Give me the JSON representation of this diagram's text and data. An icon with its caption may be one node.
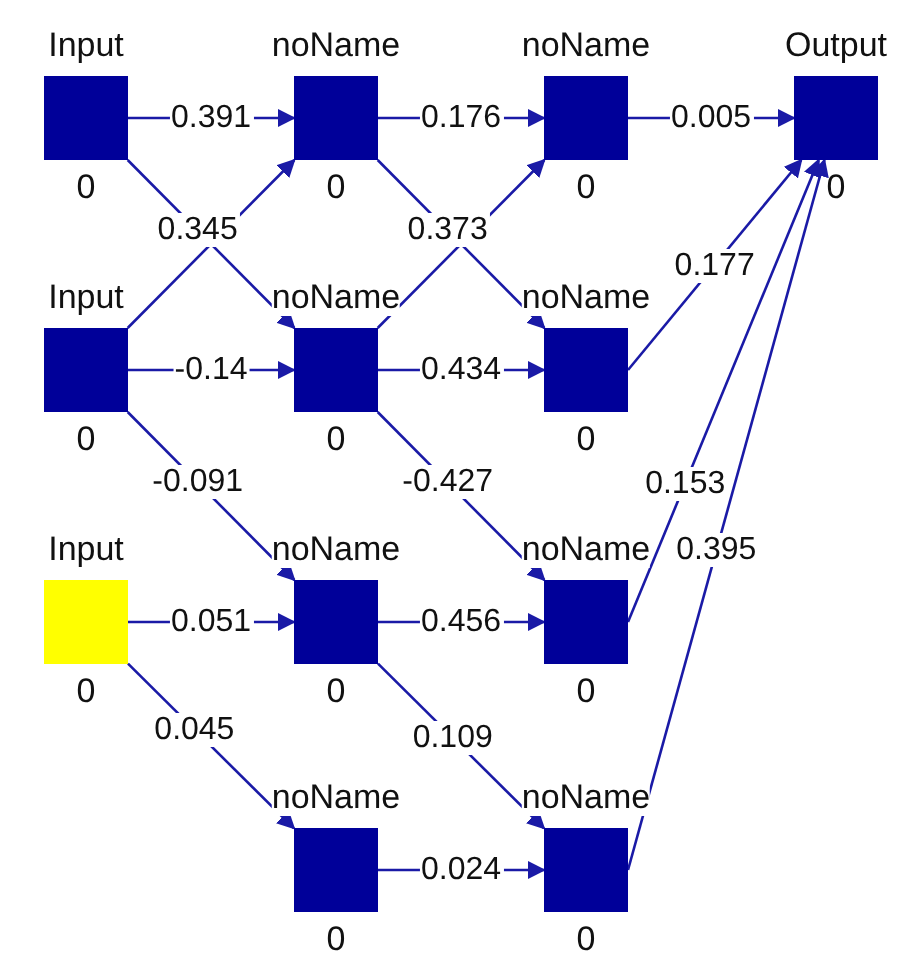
{
  "diagram": {
    "nodes": [
      {
        "text": [
          "Input"
        ],
        "beside": [
          "0"
        ]
      },
      {
        "text": [
          "noName"
        ],
        "beside": [
          "0"
        ]
      },
      {
        "text": [
          "noName"
        ],
        "beside": [
          "0"
        ]
      },
      {
        "text": [
          "Output"
        ],
        "beside": [
          "0"
        ]
      },
      {
        "text": [
          "Input"
        ],
        "beside": [
          "0"
        ]
      },
      {
        "text": [
          "noName"
        ],
        "beside": [
          "0"
        ]
      },
      {
        "text": [
          "noName"
        ],
        "beside": [
          "0"
        ]
      },
      {
        "text": [
          "Input"
        ],
        "beside": [
          "0"
        ]
      },
      {
        "text": [
          "noName"
        ],
        "beside": [
          "0"
        ]
      },
      {
        "text": [
          "noName"
        ],
        "beside": [
          "0"
        ]
      },
      {
        "text": [
          "noName"
        ],
        "beside": [
          "0"
        ]
      },
      {
        "text": [
          "noName"
        ],
        "beside": [
          "0"
        ]
      }
    ],
    "edges": [
      {
        "from": 0,
        "to": 1,
        "arrow": "to",
        "label": "0.391"
      },
      {
        "from": 0,
        "to": 5,
        "arrow": "to",
        "label": "0.345"
      },
      {
        "from": 4,
        "to": 5,
        "arrow": "to",
        "label": "-0.14"
      },
      {
        "from": 4,
        "to": 8,
        "arrow": "to",
        "label": "-0.091"
      },
      {
        "from": 7,
        "to": 8,
        "arrow": "to",
        "label": "0.051"
      },
      {
        "from": 7,
        "to": 10,
        "arrow": "to",
        "label": "0.045"
      },
      {
        "from": 1,
        "to": 2,
        "arrow": "to",
        "label": "0.176"
      },
      {
        "from": 1,
        "to": 6,
        "arrow": "to",
        "label": "0.373"
      },
      {
        "from": 5,
        "to": 6,
        "arrow": "to",
        "label": "0.434"
      },
      {
        "from": 5,
        "to": 9,
        "arrow": "to",
        "label": "-0.427"
      },
      {
        "from": 8,
        "to": 9,
        "arrow": "to",
        "label": "0.456"
      },
      {
        "from": 8,
        "to": 11,
        "arrow": "to",
        "label": "0.109"
      },
      {
        "from": 2,
        "to": 3,
        "arrow": "to",
        "label": "0.005"
      },
      {
        "from": 6,
        "to": 3,
        "arrow": "to",
        "label": "0.177"
      },
      {
        "from": 9,
        "to": 3,
        "arrow": "to",
        "label": "0.153"
      },
      {
        "from": 11,
        "to": 3,
        "arrow": "to",
        "label": "0.395"
      },
      {
        "from": 10,
        "to": 11,
        "arrow": "to",
        "label": "0.024"
      },
      {
        "from": 4,
        "to": 1,
        "arrow": "to"
      },
      {
        "from": 5,
        "to": 2,
        "arrow": "to"
      }
    ]
  }
}
